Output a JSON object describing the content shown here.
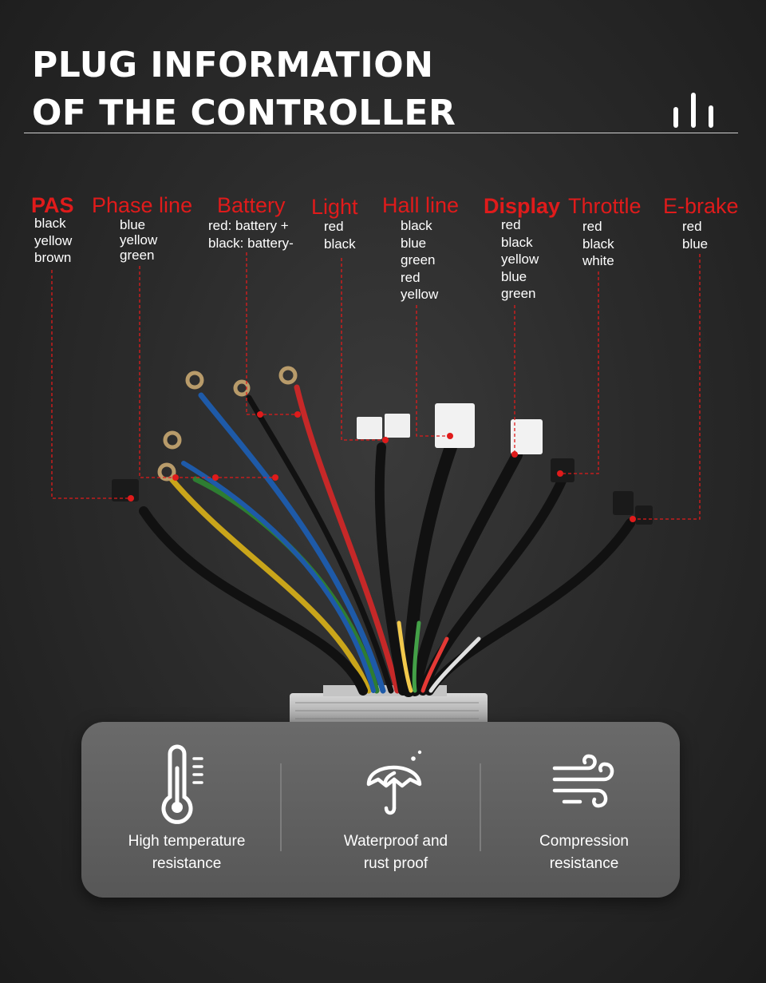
{
  "title": {
    "line1": "PLUG INFORMATION",
    "line2": "OF THE CONTROLLER"
  },
  "labels": {
    "pas": {
      "name": "PAS",
      "wires": [
        "black",
        "yellow",
        "brown"
      ]
    },
    "phase": {
      "name": "Phase line",
      "wires": [
        "blue",
        "yellow",
        "green"
      ]
    },
    "battery": {
      "name": "Battery",
      "wires": [
        "red: battery +",
        "black: battery-"
      ]
    },
    "light": {
      "name": "Light",
      "wires": [
        "red",
        "black"
      ]
    },
    "hall": {
      "name": "Hall line",
      "wires": [
        "black",
        "blue",
        "green",
        "red",
        "yellow"
      ]
    },
    "display": {
      "name": "Display",
      "wires": [
        "red",
        "black",
        "yellow",
        "blue",
        "green"
      ]
    },
    "throttle": {
      "name": "Throttle",
      "wires": [
        "red",
        "black",
        "white"
      ]
    },
    "ebrake": {
      "name": "E-brake",
      "wires": [
        "red",
        "blue"
      ]
    }
  },
  "features": [
    {
      "icon": "thermometer-icon",
      "text": "High temperature\nresistance"
    },
    {
      "icon": "umbrella-icon",
      "text": "Waterproof and\nrust proof"
    },
    {
      "icon": "wind-icon",
      "text": "Compression\nresistance"
    }
  ],
  "colors": {
    "accent": "#e01b1b",
    "background": "#2b2b2b",
    "panel": "#5f5f5f"
  }
}
